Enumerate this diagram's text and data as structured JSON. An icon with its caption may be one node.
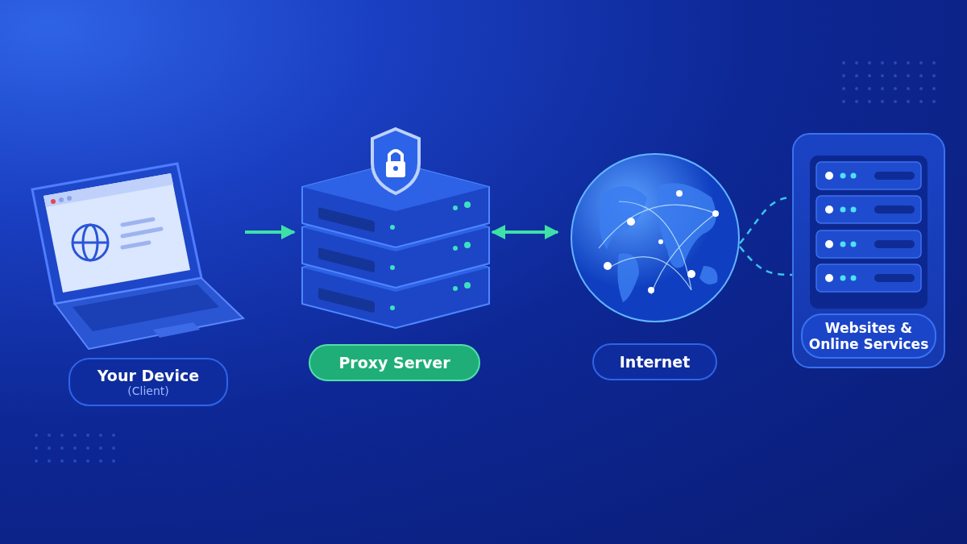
{
  "diagram": {
    "nodes": [
      {
        "text": [],
        "shape": "picture"
      },
      {
        "text": [
          "Your Device",
          "(Client)"
        ]
      },
      {
        "text": [],
        "shape": "picture"
      },
      {
        "text": [
          "Proxy Server"
        ]
      },
      {
        "text": [],
        "shape": "picture"
      },
      {
        "text": [
          "Internet"
        ]
      },
      {
        "text": [
          "Websites & Online Services"
        ]
      }
    ],
    "edges": [
      {
        "from": 0,
        "to": 2,
        "arrow": "to"
      },
      {
        "from": 2,
        "to": 4,
        "arrow": "both"
      },
      {
        "from": 4,
        "to": 6,
        "arrow": "none",
        "style": "dashed",
        "color": "#38c6ec"
      }
    ]
  }
}
